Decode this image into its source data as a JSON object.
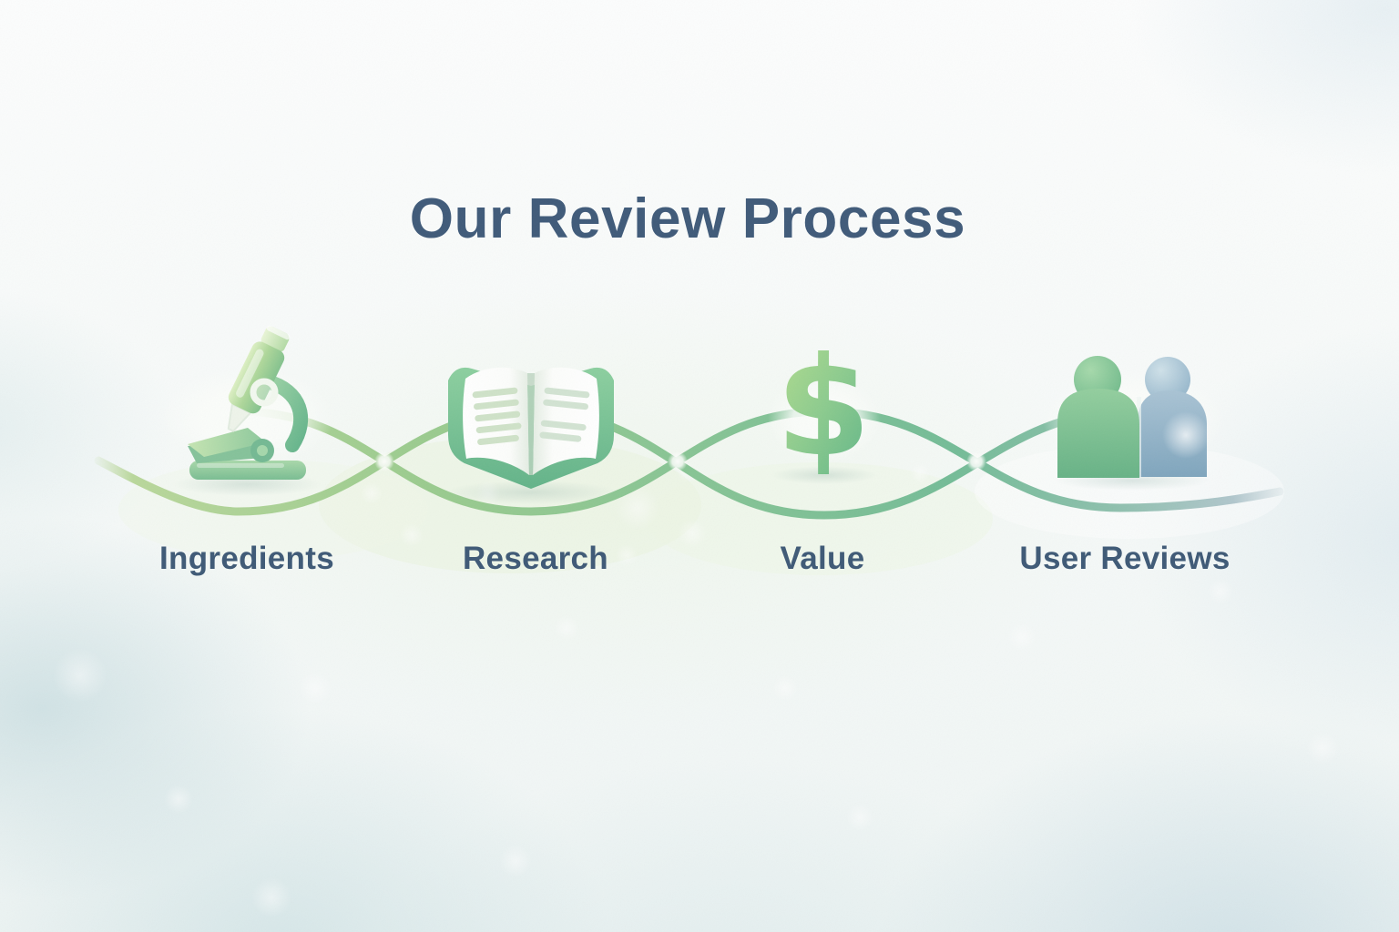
{
  "title": "Our Review Process",
  "steps": [
    {
      "label": "Ingredients",
      "icon": "microscope-icon"
    },
    {
      "label": "Research",
      "icon": "open-book-icon"
    },
    {
      "label": "Value",
      "icon": "dollar-sign-icon",
      "glyph": "$"
    },
    {
      "label": "User Reviews",
      "icon": "people-icon"
    }
  ],
  "colors": {
    "accent_green": "#7fc29a",
    "light_green": "#b9d79b",
    "teal_green": "#63b389",
    "steel_blue": "#8cafc6",
    "text_slate": "#3e5976",
    "background": "#f4f9f8"
  }
}
